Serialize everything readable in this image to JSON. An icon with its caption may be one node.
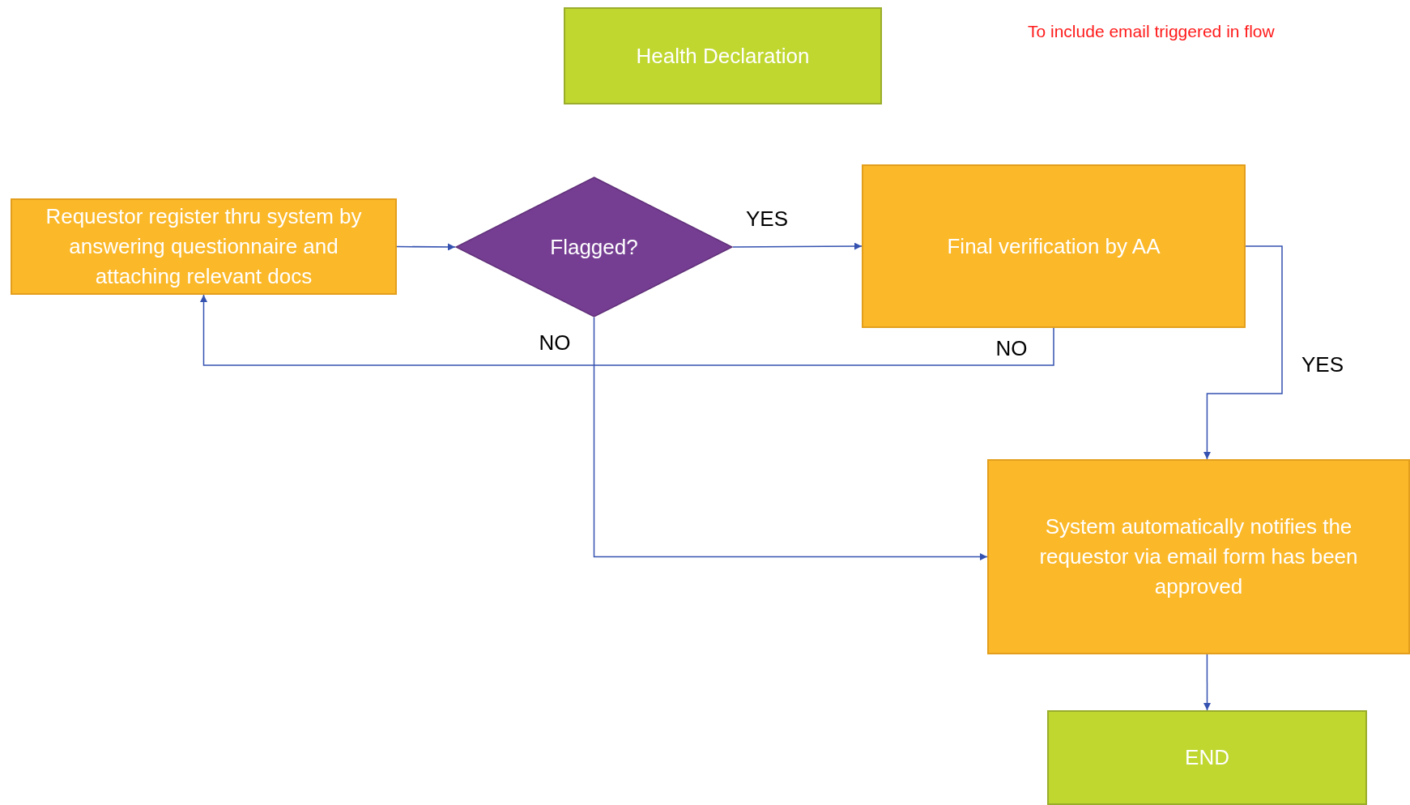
{
  "diagram": {
    "nodes": [
      {
        "text": [
          "Health Declaration"
        ]
      },
      {
        "text": [
          "Requestor register thru system by answering questionnaire and attaching relevant docs"
        ]
      },
      {
        "text": [
          "Flagged?"
        ]
      },
      {
        "text": [
          "Final verification by AA"
        ]
      },
      {
        "text": [
          "System automatically notifies the requestor via email form has been approved"
        ]
      },
      {
        "text": [
          "END"
        ]
      }
    ],
    "edges": [
      {
        "from": 1,
        "to": 2,
        "arrow": "to"
      },
      {
        "from": 2,
        "to": 3,
        "arrow": "to",
        "label": "YES"
      },
      {
        "from": 3,
        "to": 1,
        "arrow": "to",
        "label": "NO"
      },
      {
        "from": 2,
        "to": 4,
        "arrow": "to",
        "label": "NO"
      },
      {
        "from": 3,
        "to": 4,
        "arrow": "to",
        "label": "YES"
      },
      {
        "from": 4,
        "to": 5,
        "arrow": "to"
      }
    ],
    "labels": [
      "To include email triggered in flow"
    ]
  }
}
